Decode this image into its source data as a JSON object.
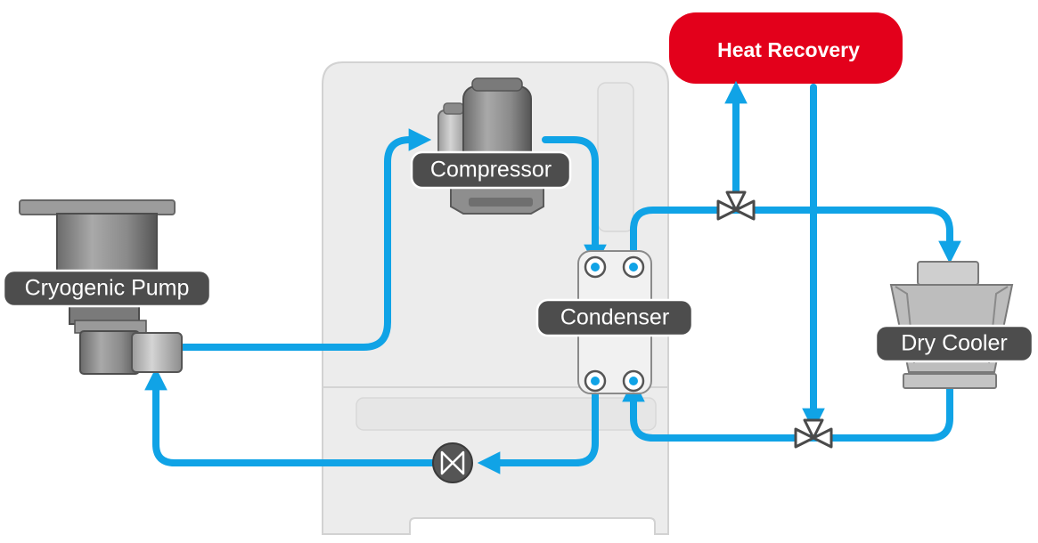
{
  "labels": {
    "compressor": "Compressor",
    "cryogenic_pump": "Cryogenic Pump",
    "condenser": "Condenser",
    "dry_cooler": "Dry Cooler",
    "heat_recovery": "Heat Recovery"
  },
  "colors": {
    "pipe": "#10a3e6",
    "heat_recovery": "#e3001b",
    "label_bg": "#4d4d4d",
    "cabinet": "#ececec",
    "component_dark": "#5a5a5a",
    "component_mid": "#9a9a9a",
    "component_light": "#c8c8c8"
  }
}
